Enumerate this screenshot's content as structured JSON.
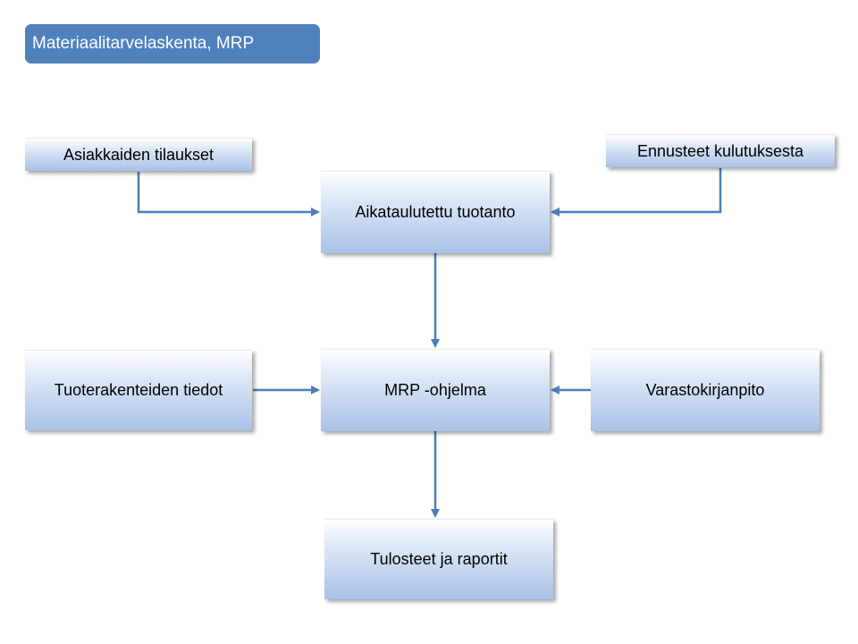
{
  "title": "Materiaalitarvelaskenta,  MRP",
  "nodes": {
    "customer_orders": "Asiakkaiden tilaukset",
    "consumption_forecasts": "Ennusteet kulutuksesta",
    "scheduled_production": "Aikataulutettu tuotanto",
    "product_structure_data": "Tuoterakenteiden tiedot",
    "mrp_program": "MRP -ohjelma",
    "inventory_accounting": "Varastokirjanpito",
    "outputs_reports": "Tulosteet ja raportit"
  },
  "colors": {
    "title_background": "#4f81bd",
    "connector": "#4a7ebb"
  }
}
